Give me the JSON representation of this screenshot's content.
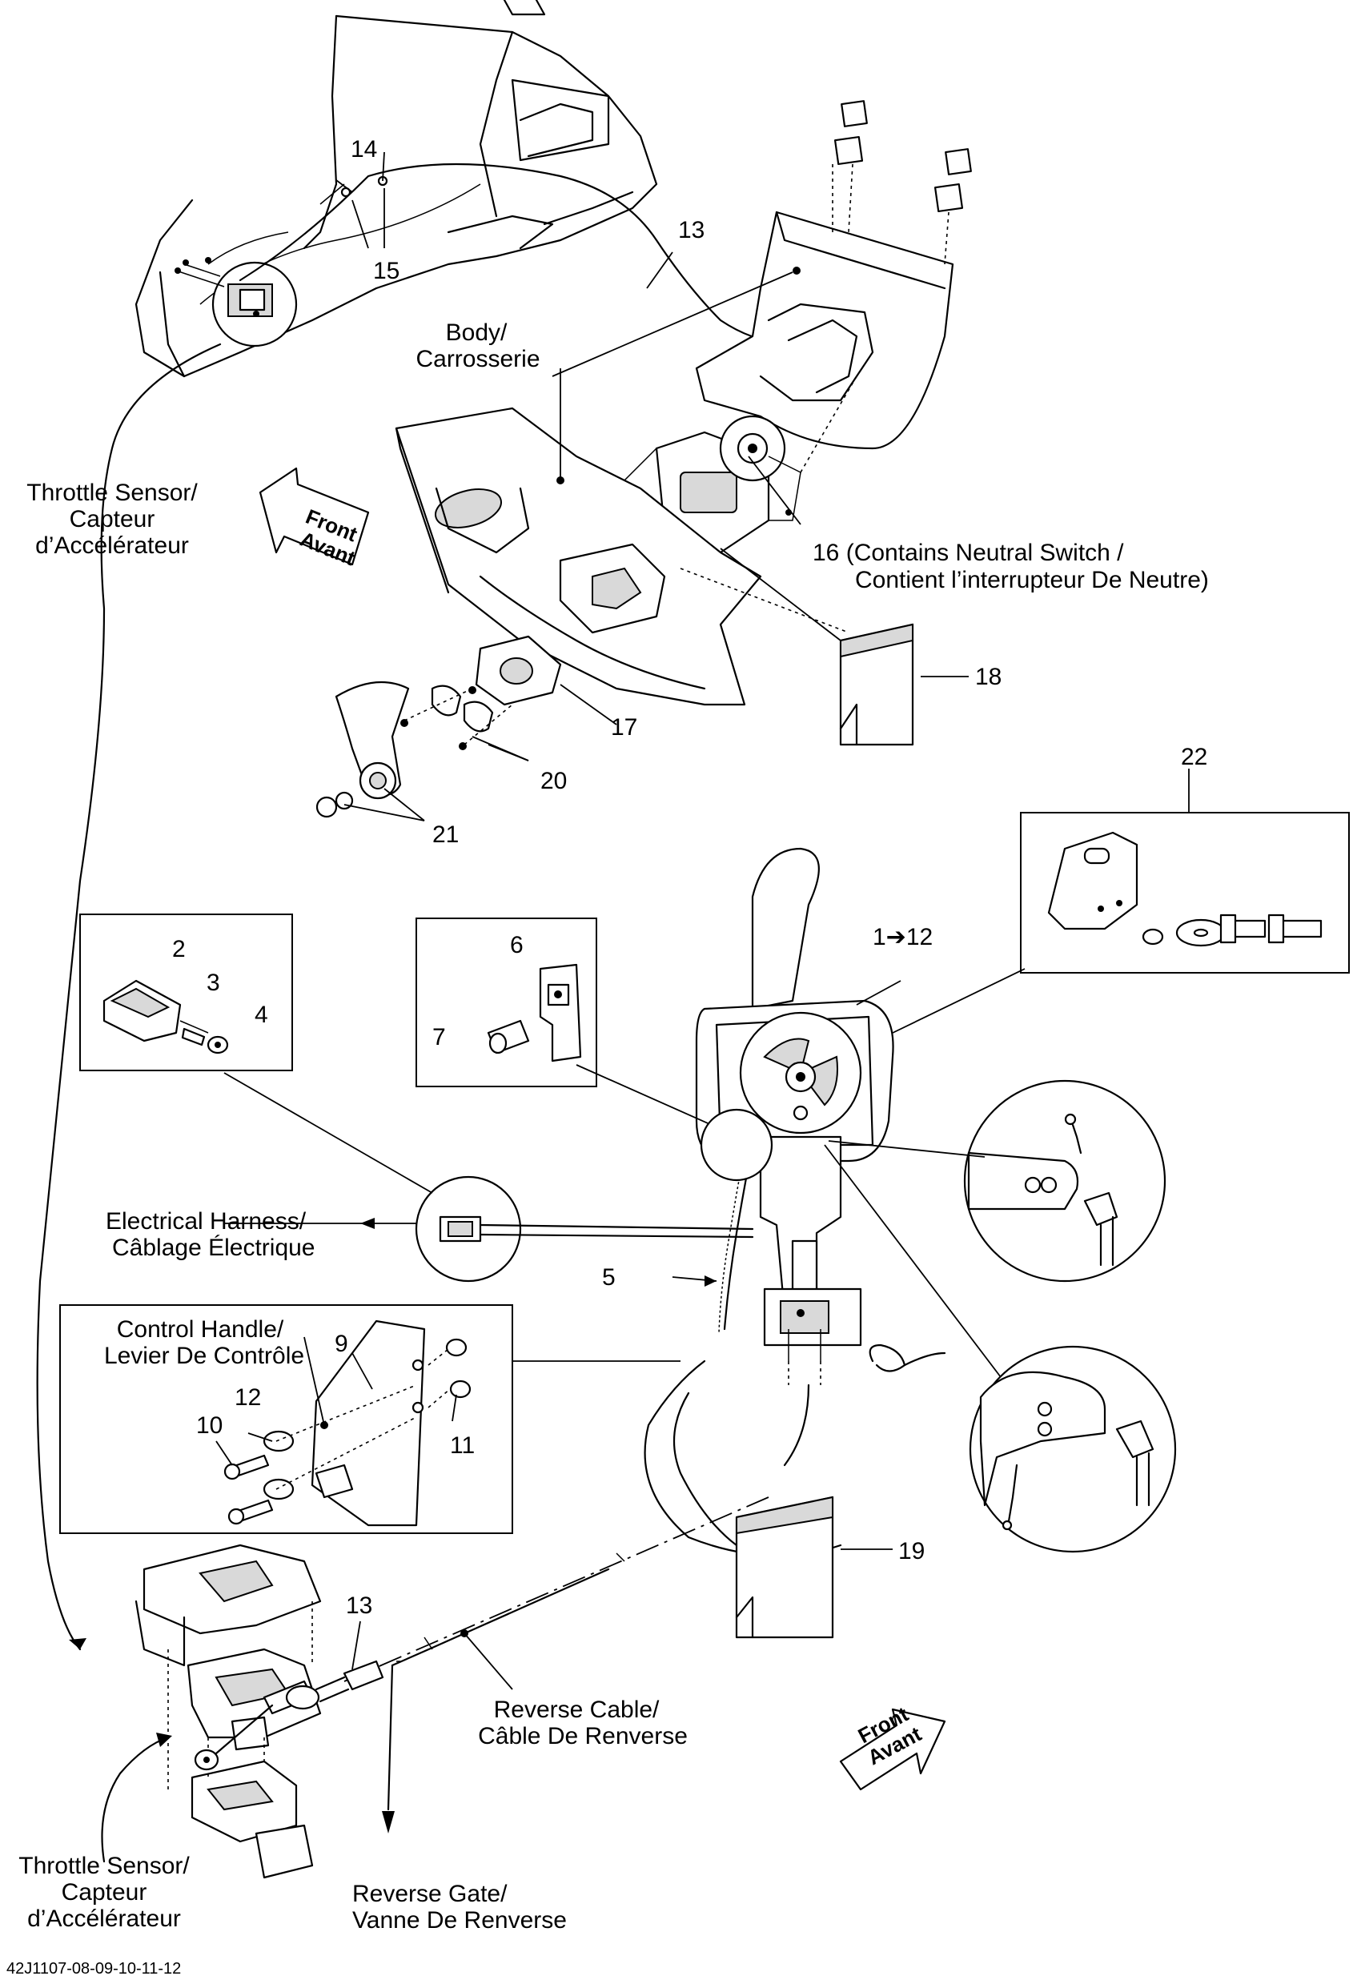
{
  "labels": {
    "body": [
      "Body/",
      "Carrosserie"
    ],
    "throttle_top": [
      "Throttle Sensor/",
      "Capteur",
      "d’Accélérateur"
    ],
    "throttle_bottom": [
      "Throttle Sensor/",
      "Capteur",
      "d’Accélérateur"
    ],
    "neutral_switch": [
      "16 (Contains Neutral Switch /",
      "Contient l’interrupteur De Neutre)"
    ],
    "electrical_harness": [
      "Electrical  Harness/",
      "Câblage Électrique"
    ],
    "control_handle": [
      "Control Handle/",
      "Levier De Contrôle"
    ],
    "reverse_cable": [
      "Reverse Cable/",
      "Câble De Renverse"
    ],
    "reverse_gate": [
      "Reverse Gate/",
      "Vanne De Renverse"
    ],
    "front_arrow_top": [
      "Front",
      "Avant"
    ],
    "front_arrow_bottom": [
      "Front",
      "Avant"
    ]
  },
  "callouts": {
    "c14": "14",
    "c15": "15",
    "c13_top": "13",
    "c13_bottom": "13",
    "c18": "18",
    "c17": "17",
    "c20": "20",
    "c21": "21",
    "c22": "22",
    "c1_12": "1➔12",
    "c2": "2",
    "c3": "3",
    "c4": "4",
    "c5": "5",
    "c6": "6",
    "c7": "7",
    "c9": "9",
    "c10": "10",
    "c11": "11",
    "c12": "12",
    "c19": "19"
  },
  "figure_code": "42J1107-08-09-10-11-12"
}
